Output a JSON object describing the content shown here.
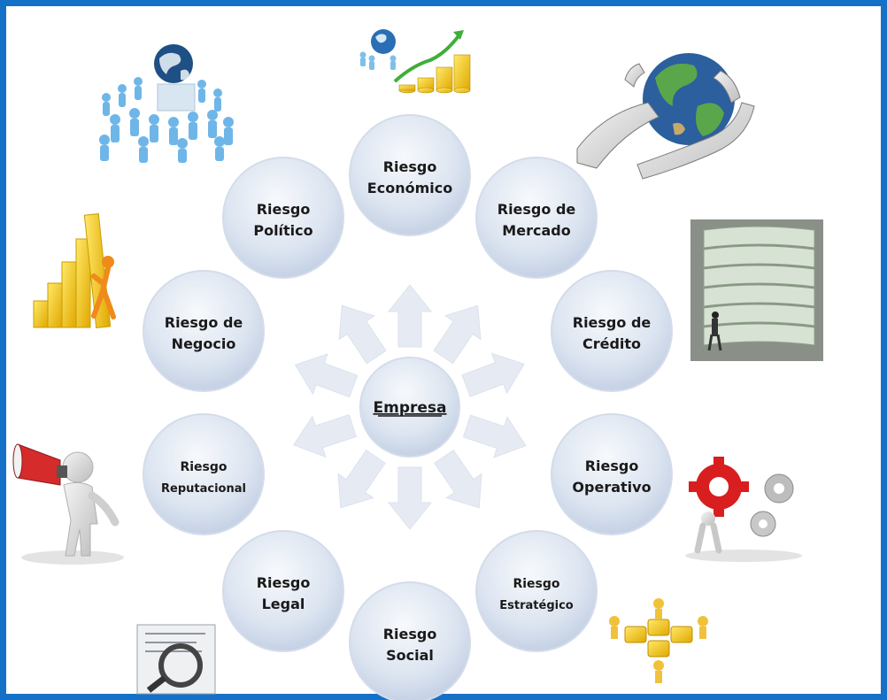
{
  "diagram": {
    "center": {
      "label": "Empresa"
    },
    "risks": [
      {
        "lines": [
          "Riesgo",
          "Económico"
        ],
        "icon": "globe-growth-coins-icon"
      },
      {
        "lines": [
          "Riesgo de",
          "Mercado"
        ],
        "icon": "robot-hands-globe-icon"
      },
      {
        "lines": [
          "Riesgo de",
          "Crédito"
        ],
        "icon": "money-stack-icon"
      },
      {
        "lines": [
          "Riesgo",
          "Operativo"
        ],
        "icon": "gears-figure-icon"
      },
      {
        "lines": [
          "Riesgo",
          "Estratégico"
        ],
        "icon": "puzzle-team-icon"
      },
      {
        "lines": [
          "Riesgo",
          "Social"
        ],
        "icon": ""
      },
      {
        "lines": [
          "Riesgo",
          "Legal"
        ],
        "icon": "magnifier-document-icon"
      },
      {
        "lines": [
          "Riesgo",
          "Reputacional"
        ],
        "icon": "megaphone-figure-icon"
      },
      {
        "lines": [
          "Riesgo de",
          "Negocio"
        ],
        "icon": "bar-chart-push-icon"
      },
      {
        "lines": [
          "Riesgo",
          "Político"
        ],
        "icon": "crowd-globe-icon"
      }
    ]
  },
  "colors": {
    "frame": "#1570c8",
    "circle_light": "#f2f6fb",
    "circle_dark": "#c5d2e6",
    "circle_stroke": "#d4dcea",
    "arrow": "#e6ebf3"
  }
}
